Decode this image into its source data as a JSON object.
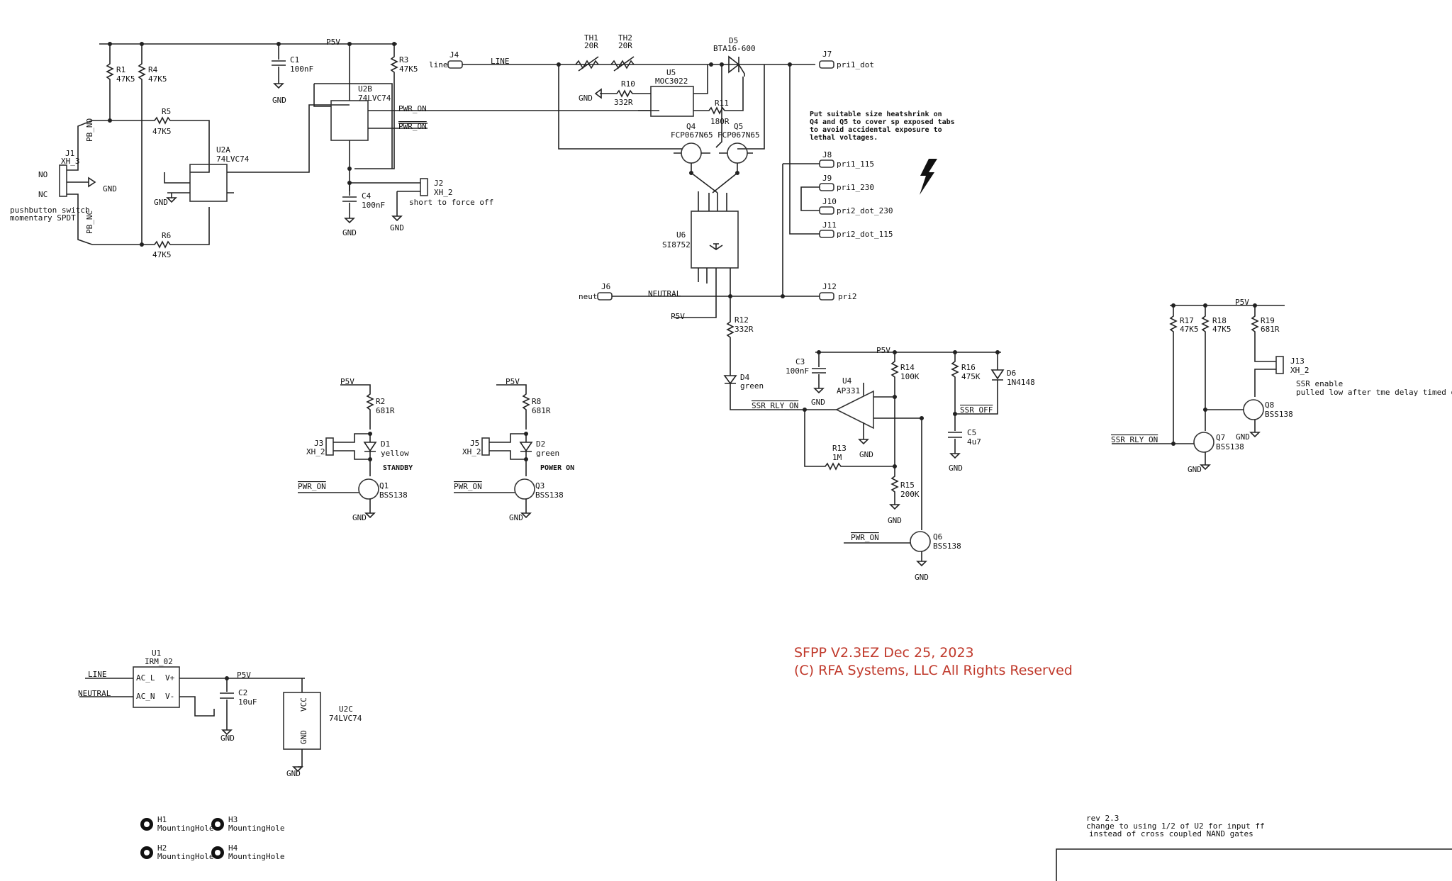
{
  "notes": {
    "heatshrink": [
      "Put suitable size heatshrink on",
      "Q4 and Q5 to cover sp exposed tabs",
      "to avoid accidental exposure to",
      "lethal voltages."
    ],
    "revision": [
      "rev 2.3",
      "change to using 1/2 of U2 for input ff",
      "instead of cross coupled NAND gates"
    ],
    "copyright_line1": "SFPP V2.3EZ  Dec 25, 2023",
    "copyright_line2": "(C) RFA Systems, LLC All Rights Reserved",
    "red_color": "#c0392b"
  },
  "labels": [
    {
      "id": "p5v-top",
      "text": "P5V"
    },
    {
      "id": "c1-ref",
      "text": "C1"
    },
    {
      "id": "c1-val",
      "text": "100nF"
    },
    {
      "id": "c1-gnd",
      "text": "GND"
    },
    {
      "id": "r1-ref",
      "text": "R1"
    },
    {
      "id": "r1-val",
      "text": "47K5"
    },
    {
      "id": "r4-ref",
      "text": "R4"
    },
    {
      "id": "r4-val",
      "text": "47K5"
    },
    {
      "id": "r3-ref",
      "text": "R3"
    },
    {
      "id": "r3-val",
      "text": "47K5"
    },
    {
      "id": "r5-ref",
      "text": "R5"
    },
    {
      "id": "r5-val",
      "text": "47K5"
    },
    {
      "id": "r6-ref",
      "text": "R6"
    },
    {
      "id": "r6-val",
      "text": "47K5"
    },
    {
      "id": "pb-no",
      "text": "PB_NO"
    },
    {
      "id": "pb-nc",
      "text": "PB_NC"
    },
    {
      "id": "j1-ref",
      "text": "J1"
    },
    {
      "id": "j1-val",
      "text": "XH_3"
    },
    {
      "id": "j1-no",
      "text": "NO"
    },
    {
      "id": "j1-nc",
      "text": "NC"
    },
    {
      "id": "j1-gnd",
      "text": "GND"
    },
    {
      "id": "pb-desc1",
      "text": "pushbutton switch"
    },
    {
      "id": "pb-desc2",
      "text": "momentary SPDT"
    },
    {
      "id": "u2a-ref",
      "text": "U2A"
    },
    {
      "id": "u2a-val",
      "text": "74LVC74"
    },
    {
      "id": "u2a-gnd",
      "text": "GND"
    },
    {
      "id": "u2b-ref",
      "text": "U2B"
    },
    {
      "id": "u2b-val",
      "text": "74LVC74"
    },
    {
      "id": "pwr-on-1",
      "text": "PWR_ON"
    },
    {
      "id": "pwr-on-bar",
      "text": "PWR_ON"
    },
    {
      "id": "c4-ref",
      "text": "C4"
    },
    {
      "id": "c4-val",
      "text": "100nF"
    },
    {
      "id": "c4-gnd",
      "text": "GND"
    },
    {
      "id": "j2-ref",
      "text": "J2"
    },
    {
      "id": "j2-val",
      "text": "XH_2"
    },
    {
      "id": "j2-desc",
      "text": "short to force off"
    },
    {
      "id": "j2-gnd",
      "text": "GND"
    },
    {
      "id": "j4-ref",
      "text": "J4"
    },
    {
      "id": "j4-net",
      "text": "line"
    },
    {
      "id": "line-net",
      "text": "LINE"
    },
    {
      "id": "th1-ref",
      "text": "TH1"
    },
    {
      "id": "th1-val",
      "text": "20R"
    },
    {
      "id": "th2-ref",
      "text": "TH2"
    },
    {
      "id": "th2-val",
      "text": "20R"
    },
    {
      "id": "d5-ref",
      "text": "D5"
    },
    {
      "id": "d5-val",
      "text": "BTA16-600"
    },
    {
      "id": "u5-ref",
      "text": "U5"
    },
    {
      "id": "u5-val",
      "text": "MOC3022"
    },
    {
      "id": "r10-ref",
      "text": "R10"
    },
    {
      "id": "r10-val",
      "text": "332R"
    },
    {
      "id": "r10-gnd",
      "text": "GND"
    },
    {
      "id": "r11-ref",
      "text": "R11"
    },
    {
      "id": "r11-val",
      "text": "180R"
    },
    {
      "id": "j7-ref",
      "text": "J7"
    },
    {
      "id": "j7-net",
      "text": "pri1_dot"
    },
    {
      "id": "q4-ref",
      "text": "Q4"
    },
    {
      "id": "q4-val",
      "text": "FCP067N65"
    },
    {
      "id": "q5-ref",
      "text": "Q5"
    },
    {
      "id": "q5-val",
      "text": "FCP067N65"
    },
    {
      "id": "j8-ref",
      "text": "J8"
    },
    {
      "id": "j8-net",
      "text": "pri1_115"
    },
    {
      "id": "j9-ref",
      "text": "J9"
    },
    {
      "id": "j9-net",
      "text": "pri1_230"
    },
    {
      "id": "j10-ref",
      "text": "J10"
    },
    {
      "id": "j10-net",
      "text": "pri2_dot_230"
    },
    {
      "id": "j11-ref",
      "text": "J11"
    },
    {
      "id": "j11-net",
      "text": "pri2_dot_115"
    },
    {
      "id": "u6-ref",
      "text": "U6"
    },
    {
      "id": "u6-val",
      "text": "SI8752"
    },
    {
      "id": "j6-ref",
      "text": "J6"
    },
    {
      "id": "j6-net",
      "text": "neut"
    },
    {
      "id": "neutral-net",
      "text": "NEUTRAL"
    },
    {
      "id": "j12-ref",
      "text": "J12"
    },
    {
      "id": "j12-net",
      "text": "pri2"
    },
    {
      "id": "p5v-u6",
      "text": "P5V"
    },
    {
      "id": "r12-ref",
      "text": "R12"
    },
    {
      "id": "r12-val",
      "text": "332R"
    },
    {
      "id": "d4-ref",
      "text": "D4"
    },
    {
      "id": "d4-val",
      "text": "green"
    },
    {
      "id": "ssr-rly-on",
      "text": "SSR_RLY_ON"
    },
    {
      "id": "c3-ref",
      "text": "C3"
    },
    {
      "id": "c3-val",
      "text": "100nF"
    },
    {
      "id": "c3-gnd",
      "text": "GND"
    },
    {
      "id": "p5v-u4",
      "text": "P5V"
    },
    {
      "id": "u4-ref",
      "text": "U4"
    },
    {
      "id": "u4-val",
      "text": "AP331"
    },
    {
      "id": "u4-gnd",
      "text": "GND"
    },
    {
      "id": "r14-ref",
      "text": "R14"
    },
    {
      "id": "r14-val",
      "text": "100K"
    },
    {
      "id": "r16-ref",
      "text": "R16"
    },
    {
      "id": "r16-val",
      "text": "475K"
    },
    {
      "id": "d6-ref",
      "text": "D6"
    },
    {
      "id": "d6-val",
      "text": "1N4148"
    },
    {
      "id": "ssr-off",
      "text": "SSR_OFF"
    },
    {
      "id": "c5-ref",
      "text": "C5"
    },
    {
      "id": "c5-val",
      "text": "4u7"
    },
    {
      "id": "c5-gnd",
      "text": "GND"
    },
    {
      "id": "r13-ref",
      "text": "R13"
    },
    {
      "id": "r13-val",
      "text": "1M"
    },
    {
      "id": "r15-ref",
      "text": "R15"
    },
    {
      "id": "r15-val",
      "text": "200K"
    },
    {
      "id": "r15-gnd",
      "text": "GND"
    },
    {
      "id": "pwr-on-q6",
      "text": "PWR_ON"
    },
    {
      "id": "q6-ref",
      "text": "Q6"
    },
    {
      "id": "q6-val",
      "text": "BSS138"
    },
    {
      "id": "q6-gnd",
      "text": "GND"
    },
    {
      "id": "p5v-q1",
      "text": "P5V"
    },
    {
      "id": "r2-ref",
      "text": "R2"
    },
    {
      "id": "r2-val",
      "text": "681R"
    },
    {
      "id": "j3-ref",
      "text": "J3"
    },
    {
      "id": "j3-val",
      "text": "XH_2"
    },
    {
      "id": "d1-ref",
      "text": "D1"
    },
    {
      "id": "d1-val",
      "text": "yellow"
    },
    {
      "id": "standby",
      "text": "STANDBY"
    },
    {
      "id": "pwr-on-q1",
      "text": "PWR_ON"
    },
    {
      "id": "q1-ref",
      "text": "Q1"
    },
    {
      "id": "q1-val",
      "text": "BSS138"
    },
    {
      "id": "q1-gnd",
      "text": "GND"
    },
    {
      "id": "p5v-q3",
      "text": "P5V"
    },
    {
      "id": "r8-ref",
      "text": "R8"
    },
    {
      "id": "r8-val",
      "text": "681R"
    },
    {
      "id": "j5-ref",
      "text": "J5"
    },
    {
      "id": "j5-val",
      "text": "XH_2"
    },
    {
      "id": "d2-ref",
      "text": "D2"
    },
    {
      "id": "d2-val",
      "text": "green"
    },
    {
      "id": "power-on",
      "text": "POWER ON"
    },
    {
      "id": "pwr-on-q3",
      "text": "PWR_ON"
    },
    {
      "id": "q3-ref",
      "text": "Q3"
    },
    {
      "id": "q3-val",
      "text": "BSS138"
    },
    {
      "id": "q3-gnd",
      "text": "GND"
    },
    {
      "id": "p5v-right",
      "text": "P5V"
    },
    {
      "id": "r17-ref",
      "text": "R17"
    },
    {
      "id": "r17-val",
      "text": "47K5"
    },
    {
      "id": "r18-ref",
      "text": "R18"
    },
    {
      "id": "r18-val",
      "text": "47K5"
    },
    {
      "id": "r19-ref",
      "text": "R19"
    },
    {
      "id": "r19-val",
      "text": "681R"
    },
    {
      "id": "j13-ref",
      "text": "J13"
    },
    {
      "id": "j13-val",
      "text": "XH_2"
    },
    {
      "id": "ssr-desc1",
      "text": "SSR enable"
    },
    {
      "id": "ssr-desc2",
      "text": "pulled low after tme delay  timed out"
    },
    {
      "id": "q8-ref",
      "text": "Q8"
    },
    {
      "id": "q8-val",
      "text": "BSS138"
    },
    {
      "id": "q8-gnd",
      "text": "GND"
    },
    {
      "id": "ssr-rly-on-bar",
      "text": "SSR_RLY_ON"
    },
    {
      "id": "q7-ref",
      "text": "Q7"
    },
    {
      "id": "q7-val",
      "text": "BSS138"
    },
    {
      "id": "q7-gnd",
      "text": "GND"
    },
    {
      "id": "u1-ref",
      "text": "U1"
    },
    {
      "id": "u1-val",
      "text": "IRM_02"
    },
    {
      "id": "u1-line",
      "text": "LINE"
    },
    {
      "id": "u1-neutral",
      "text": "NEUTRAL"
    },
    {
      "id": "u1-acl",
      "text": "AC_L"
    },
    {
      "id": "u1-acn",
      "text": "AC_N"
    },
    {
      "id": "u1-vp",
      "text": "V+"
    },
    {
      "id": "u1-vm",
      "text": "V-"
    },
    {
      "id": "p5v-u1",
      "text": "P5V"
    },
    {
      "id": "c2-ref",
      "text": "C2"
    },
    {
      "id": "c2-val",
      "text": "10uF"
    },
    {
      "id": "c2-gnd",
      "text": "GND"
    },
    {
      "id": "u2c-ref",
      "text": "U2C"
    },
    {
      "id": "u2c-val",
      "text": "74LVC74"
    },
    {
      "id": "u2c-vcc",
      "text": "VCC"
    },
    {
      "id": "u2c-gnd-pin",
      "text": "GND"
    },
    {
      "id": "u2c-gnd",
      "text": "GND"
    },
    {
      "id": "h1-ref",
      "text": "H1"
    },
    {
      "id": "h1-val",
      "text": "MountingHole"
    },
    {
      "id": "h2-ref",
      "text": "H2"
    },
    {
      "id": "h2-val",
      "text": "MountingHole"
    },
    {
      "id": "h3-ref",
      "text": "H3"
    },
    {
      "id": "h3-val",
      "text": "MountingHole"
    },
    {
      "id": "h4-ref",
      "text": "H4"
    },
    {
      "id": "h4-val",
      "text": "MountingHole"
    }
  ]
}
